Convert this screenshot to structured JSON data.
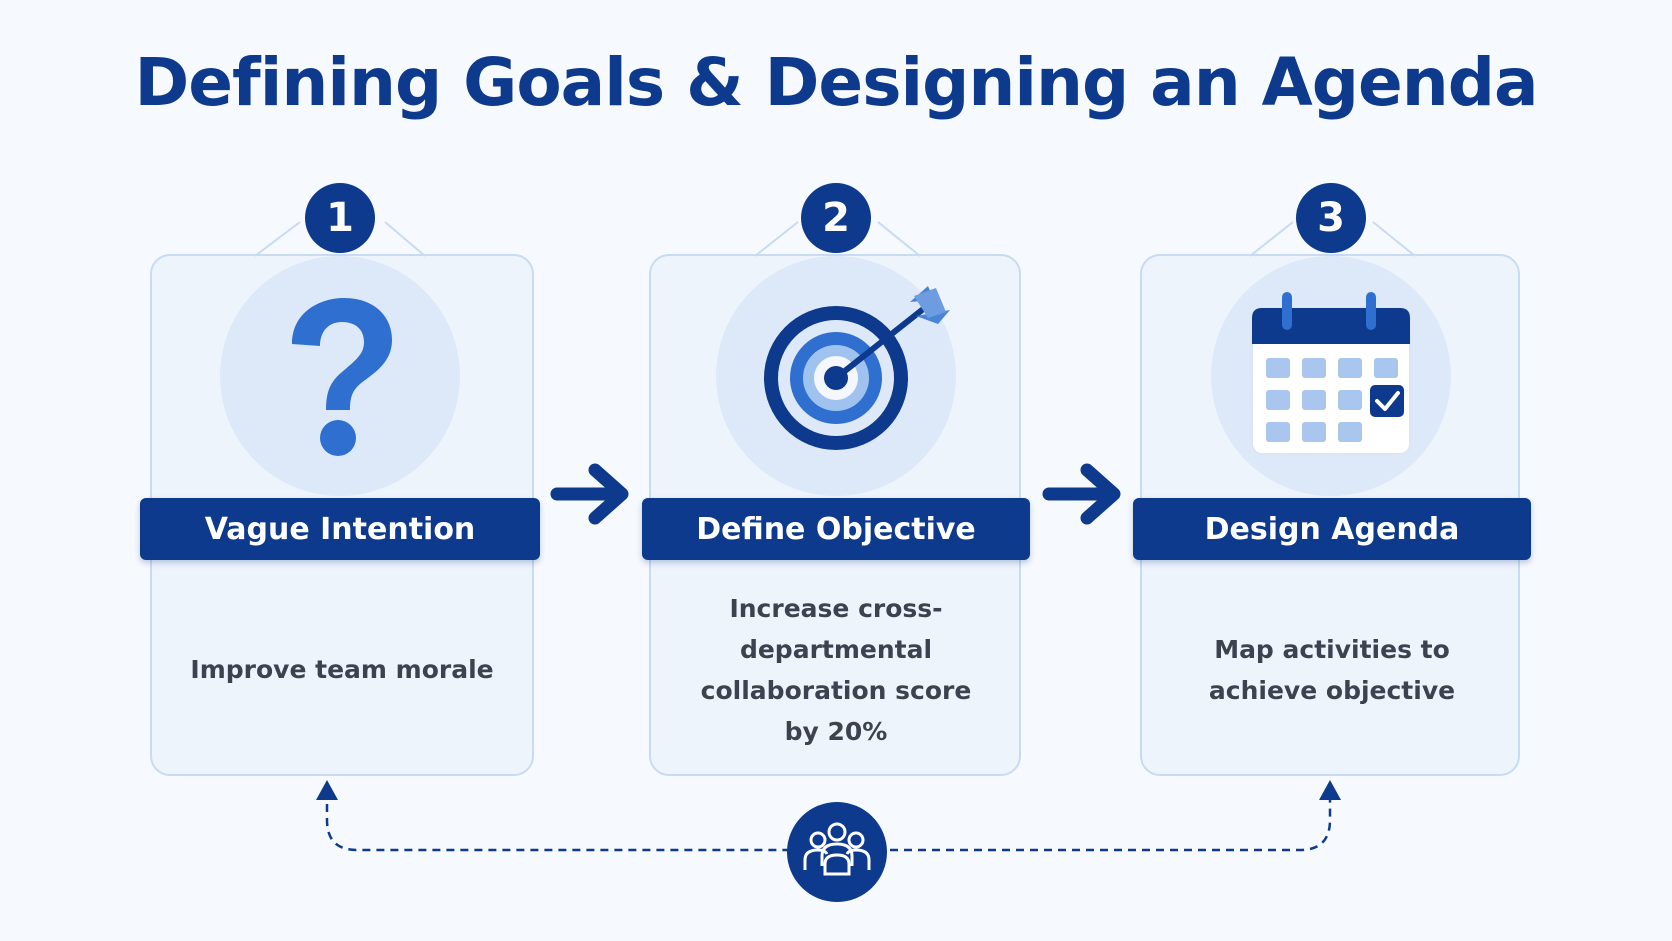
{
  "title": "Defining Goals & Designing an Agenda",
  "steps": [
    {
      "number": "1",
      "label": "Vague Intention",
      "text": "Improve team morale",
      "icon": "question-mark-icon"
    },
    {
      "number": "2",
      "label": "Define Objective",
      "text": "Increase cross-departmental collaboration score by 20%",
      "icon": "target-arrow-icon"
    },
    {
      "number": "3",
      "label": "Design Agenda",
      "text": "Map activities to achieve objective",
      "icon": "calendar-check-icon"
    }
  ],
  "footer_icon": "team-group-icon",
  "colors": {
    "primary": "#0d3a8c",
    "accent": "#2f6fd0",
    "light": "#dde9f9",
    "card": "#eef4fc",
    "border": "#c8dbf2"
  }
}
